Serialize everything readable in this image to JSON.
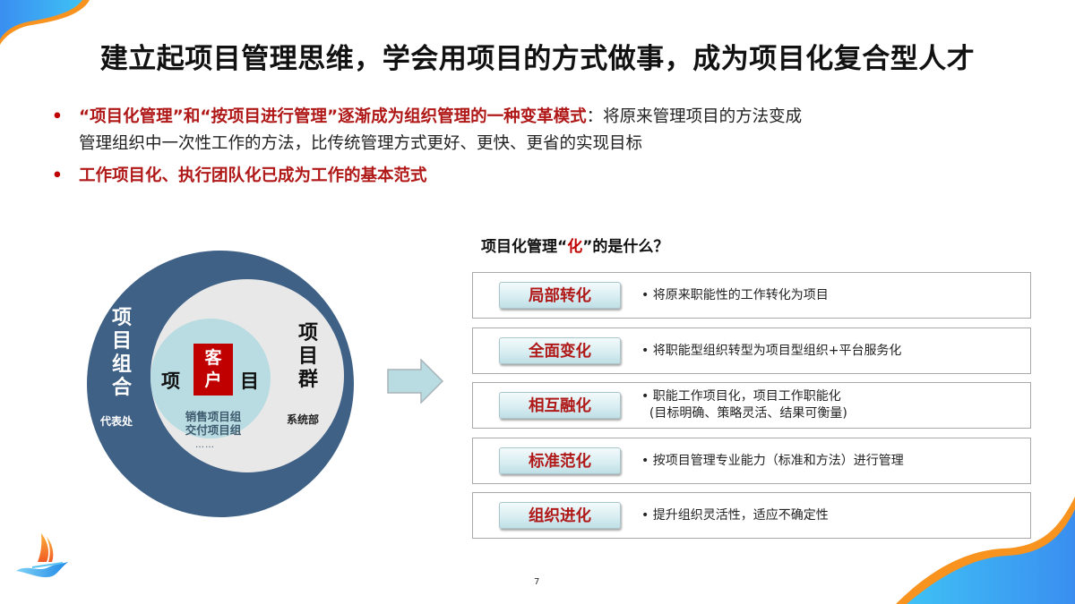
{
  "slide": {
    "title": "建立起项目管理思维，学会用项目的方式做事，成为项目化复合型人才",
    "page_number": "7"
  },
  "bullets": [
    {
      "dot": "•",
      "emphasis": "“项目化管理”和“按项目进行管理”逐渐成为组织管理的一种变革模式",
      "colon": "：",
      "text_line1": "将原来管理项目的方法变成",
      "text_line2": "管理组织中一次性工作的方法，比传统管理方式更好、更快、更省的实现目标"
    },
    {
      "dot": "•",
      "emphasis": "工作项目化、执行团队化已成为工作的基本范式"
    }
  ],
  "diagram": {
    "portfolio": {
      "label": "项目组合",
      "sub": "代表处"
    },
    "program": {
      "label": "项目群",
      "sub": "系统部"
    },
    "project": {
      "left": "项",
      "right": "目"
    },
    "customer": "客户",
    "teams": [
      "销售项目组",
      "交付项目组"
    ],
    "more": "……"
  },
  "panel": {
    "title_prefix": "项目化管理“",
    "title_highlight": "化",
    "title_suffix": "”的是什么？",
    "rows": [
      {
        "tag": "局部转化",
        "lines": [
          "• 将原来职能性的工作转化为项目"
        ]
      },
      {
        "tag": "全面变化",
        "lines": [
          "• 将职能型组织转型为项目型组织+平台服务化"
        ]
      },
      {
        "tag": "相互融化",
        "lines": [
          "• 职能工作项目化，项目工作职能化",
          "  (目标明确、策略灵活、结果可衡量)"
        ]
      },
      {
        "tag": "标准范化",
        "lines": [
          "• 按项目管理专业能力（标准和方法）进行管理"
        ]
      },
      {
        "tag": "组织进化",
        "lines": [
          "• 提升组织灵活性，适应不确定性"
        ]
      }
    ]
  },
  "colors": {
    "accent_red": "#b01818",
    "circle_outer": "#3f6186",
    "circle_middle": "#e8e8e8",
    "circle_inner": "#b9dce2",
    "customer_box": "#c00000",
    "decor_blue": "#3fa9f5",
    "decor_orange": "#f7931e"
  }
}
